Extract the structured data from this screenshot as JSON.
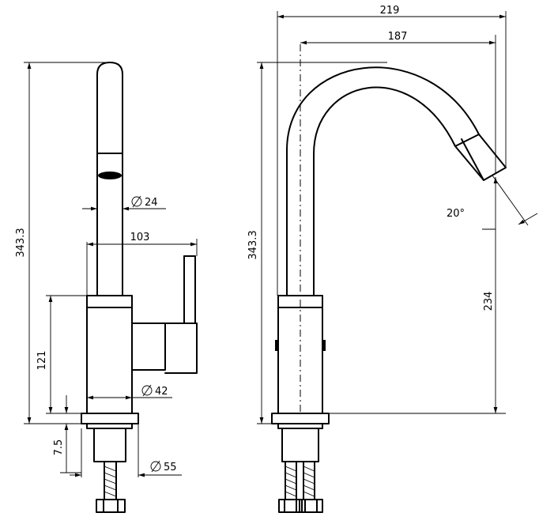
{
  "drawing": {
    "side_view": {
      "height_total": "343.3",
      "body_height": "121",
      "spout_diameter": "24",
      "handle_reach": "103",
      "body_diameter": "42",
      "base_diameter": "55",
      "base_thickness": "7.5"
    },
    "front_view": {
      "height_total": "343.3",
      "overall_width": "219",
      "spout_reach": "187",
      "outlet_height": "234",
      "outlet_angle": "20°"
    }
  }
}
